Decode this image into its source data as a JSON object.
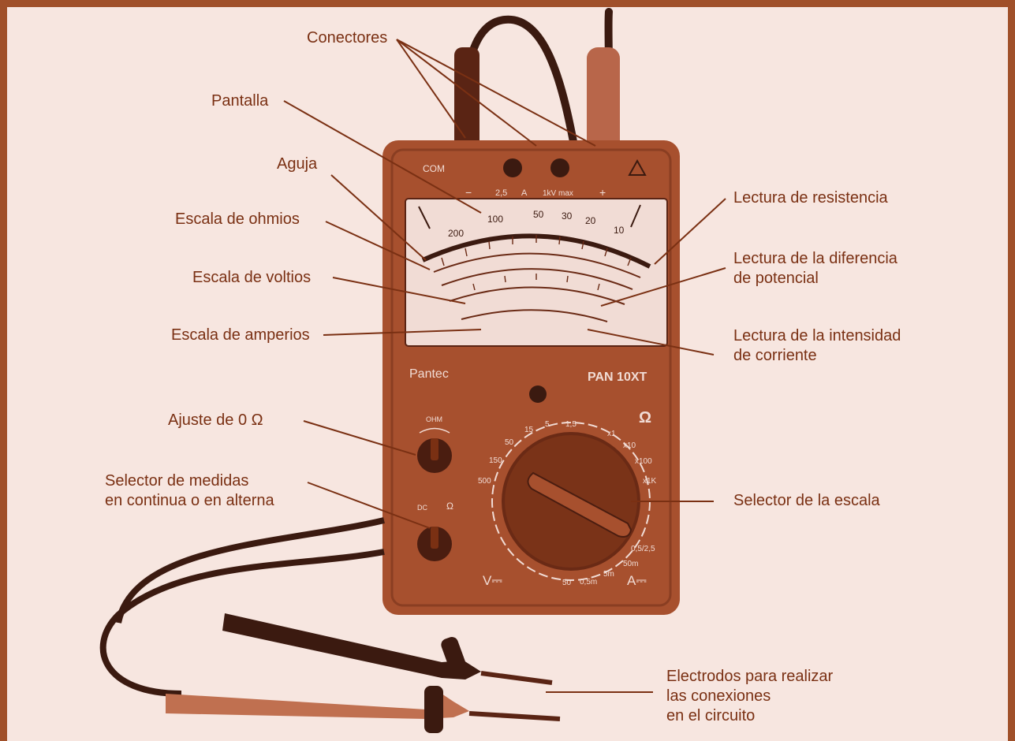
{
  "labels": {
    "conectores": "Conectores",
    "pantalla": "Pantalla",
    "aguja": "Aguja",
    "escala_ohmios": "Escala de ohmios",
    "escala_voltios": "Escala de voltios",
    "escala_amperios": "Escala de amperios",
    "ajuste_cero": "Ajuste de 0 Ω",
    "selector_medidas": [
      "Selector de medidas",
      "en continua o en alterna"
    ],
    "lectura_resistencia": "Lectura de resistencia",
    "lectura_potencial": [
      "Lectura de la diferencia",
      "de potencial"
    ],
    "lectura_intensidad": [
      "Lectura de la intensidad",
      "de corriente"
    ],
    "selector_escala": "Selector de la escala",
    "electrodos": [
      "Electrodos para realizar",
      "las conexiones",
      "en el circuito"
    ]
  },
  "device": {
    "brand": "Pantec",
    "model": "PAN 10XT",
    "com": "COM",
    "minus": "−",
    "plus": "+",
    "terminal_25": "2,5",
    "terminal_a": "A",
    "terminal_kv": "1kV max",
    "ohm_knob": "OHM",
    "dc": "DC",
    "ohm_symbol": "Ω",
    "v_minus": "V⎓",
    "a_minus": "A⎓",
    "dial_left": [
      "1,5",
      "5",
      "15",
      "50",
      "150",
      "500"
    ],
    "dial_right": [
      "x1",
      "x10",
      "x100",
      "x1K"
    ],
    "dial_bottom": [
      "0,5/2,5",
      "50m",
      "5m",
      "0,5m",
      "50"
    ],
    "scale_top": [
      "200",
      "100",
      "50",
      "30",
      "20",
      "10"
    ]
  },
  "colors": {
    "background": "#f7e6e0",
    "frame": "#a0502a",
    "device_body": "#a7502e",
    "ink": "#7a3013"
  }
}
